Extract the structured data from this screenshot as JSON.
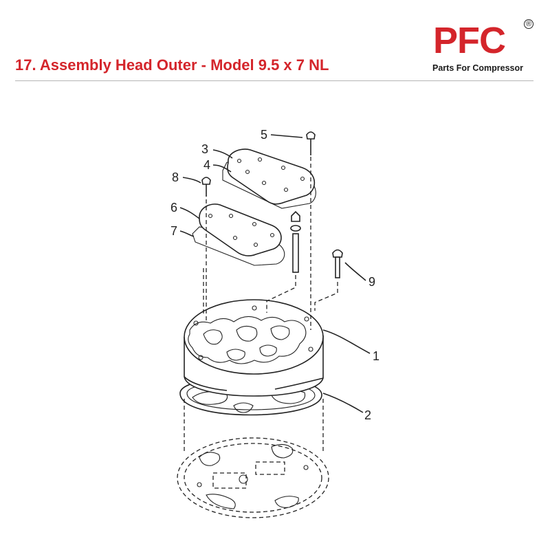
{
  "title": "17. Assembly Head Outer - Model 9.5 x 7 NL",
  "logo": {
    "mark": "PFC",
    "registered": "®",
    "tagline": "Parts For Compressor"
  },
  "colors": {
    "title": "#d4252b",
    "brand": "#d4252b",
    "line": "#222222"
  },
  "callouts": [
    "1",
    "2",
    "3",
    "4",
    "5",
    "6",
    "7",
    "8",
    "9"
  ]
}
